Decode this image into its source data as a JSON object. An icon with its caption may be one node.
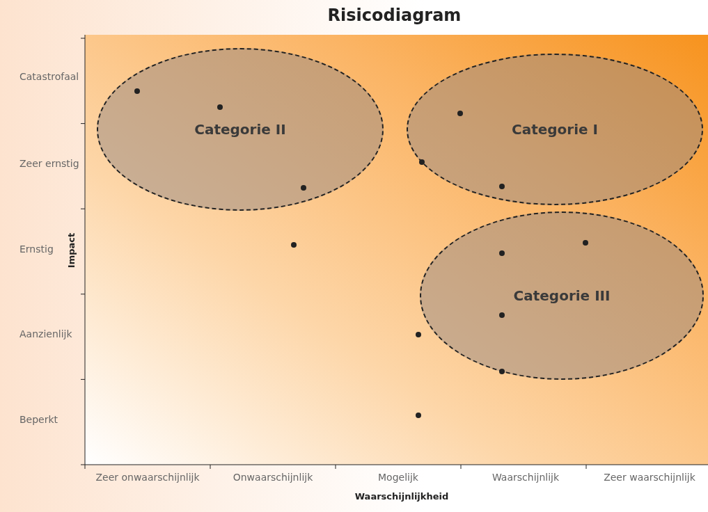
{
  "diagram": {
    "title": "Risicodiagram",
    "nodes": [
      {
        "text": [
          "Categorie II"
        ]
      },
      {
        "text": [
          "Categorie I"
        ]
      },
      {
        "text": [
          "Categorie III"
        ]
      }
    ],
    "labels": [
      "Catastrofaal",
      "Zeer ernstig",
      "Ernstig",
      "Aanzienlijk",
      "Beperkt",
      "Impact",
      "Zeer onwaarschijnlijk",
      "Onwaarschijnlijk",
      "Mogelijk",
      "Waarschijnlijk",
      "Zeer waarschijnlijk",
      "Waarschijnlijkheid"
    ]
  }
}
